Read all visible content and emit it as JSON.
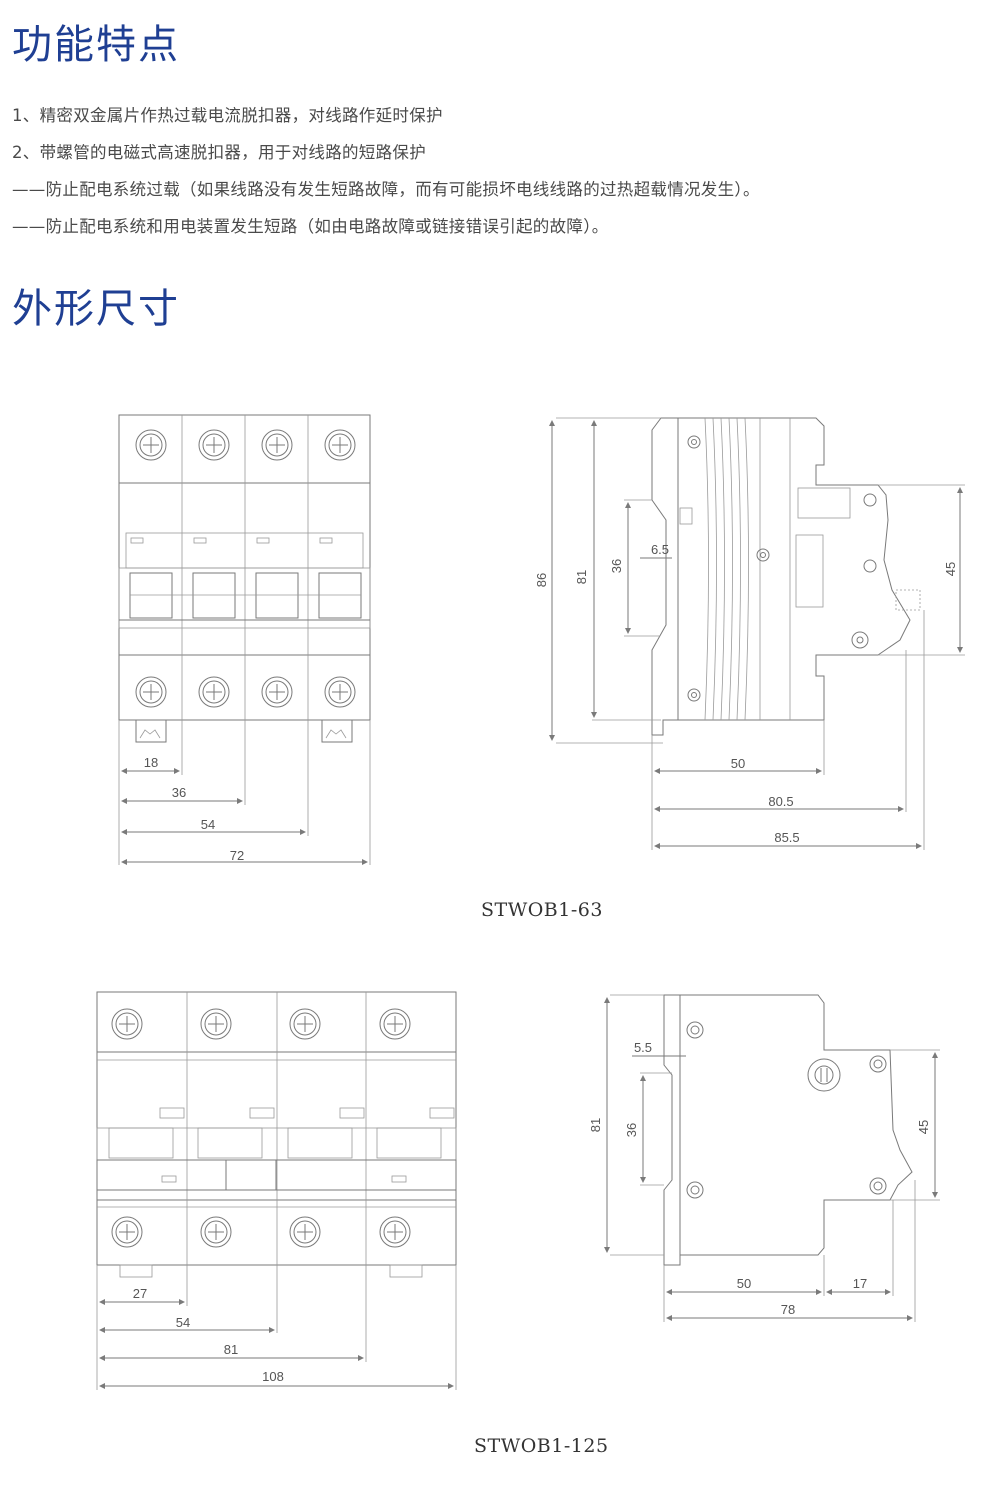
{
  "sections": {
    "features_title": "功能特点",
    "dimensions_title": "外形尺寸"
  },
  "features": [
    "1、精密双金属片作热过载电流脱扣器，对线路作延时保护",
    "2、带螺管的电磁式高速脱扣器，用于对线路的短路保护",
    "——防止配电系统过载（如果线路没有发生短路故障，而有可能损坏电线线路的过热超载情况发生）。",
    "——防止配电系统和用电装置发生短路（如由电路故障或链接错误引起的故障）。"
  ],
  "drawings": {
    "model1": {
      "caption": "STWOB1-63",
      "front_widths": [
        "18",
        "36",
        "54",
        "72"
      ],
      "side_heights": [
        "86",
        "81",
        "36",
        "6.5",
        "45"
      ],
      "side_depths": [
        "50",
        "80.5",
        "85.5"
      ]
    },
    "model2": {
      "caption": "STWOB1-125",
      "front_widths": [
        "27",
        "54",
        "81",
        "108"
      ],
      "side_heights": [
        "5.5",
        "81",
        "36",
        "45"
      ],
      "side_depths": [
        "50",
        "17",
        "78"
      ]
    }
  },
  "colors": {
    "heading": "#1f3f93",
    "text": "#4a4a4a",
    "line": "#7a7a7a"
  }
}
